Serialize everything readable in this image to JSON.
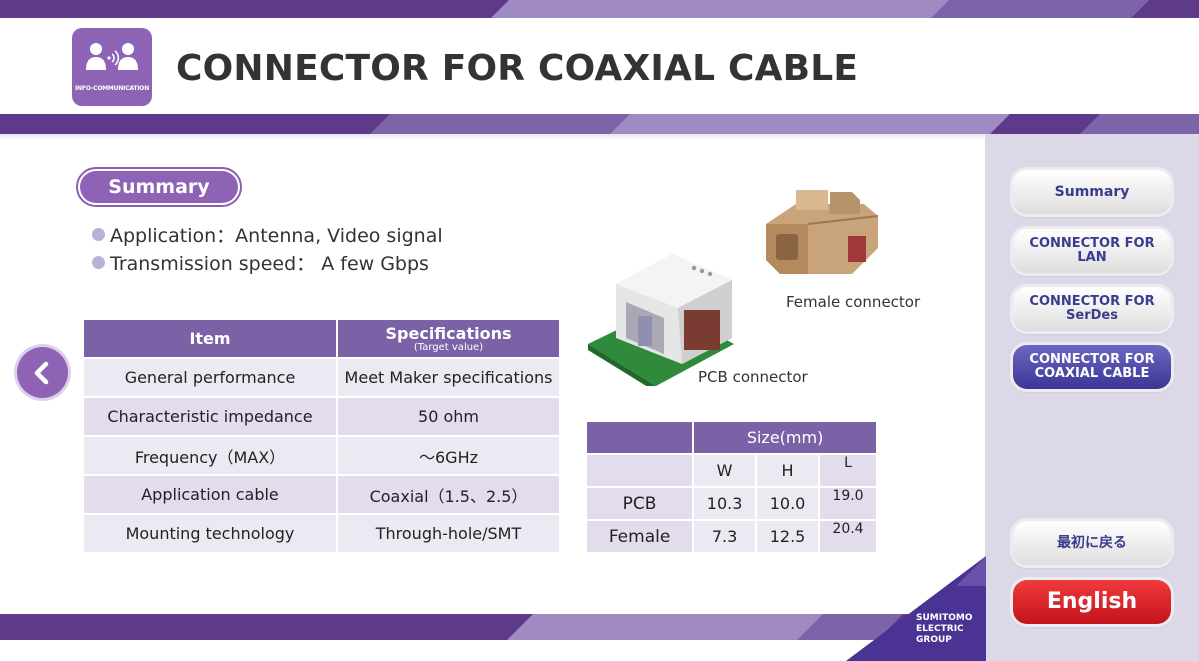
{
  "header": {
    "title": "CONNECTOR FOR COAXIAL CABLE",
    "category_label": "INFO-COMMUNICATION"
  },
  "summary": {
    "heading": "Summary",
    "bullets": [
      "Application：Antenna, Video signal",
      "Transmission speed： A few Gbps"
    ]
  },
  "spec_table": {
    "headers": {
      "item": "Item",
      "spec": "Specifications",
      "spec_sub": "(Target value)"
    },
    "rows": [
      {
        "item": "General performance",
        "spec": "Meet Maker specifications"
      },
      {
        "item": "Characteristic impedance",
        "spec": "50 ohm"
      },
      {
        "item": "Frequency（MAX）",
        "spec": "～6GHz"
      },
      {
        "item": "Application cable",
        "spec": "Coaxial（1.5、2.5）"
      },
      {
        "item": "Mounting technology",
        "spec": "Through-hole/SMT"
      }
    ]
  },
  "size_table": {
    "header": "Size(mm)",
    "cols": {
      "w": "W",
      "h": "H",
      "l": "L"
    },
    "rows": [
      {
        "name": "PCB",
        "w": "10.3",
        "h": "10.0",
        "l": "19.0"
      },
      {
        "name": "Female",
        "w": "7.3",
        "h": "12.5",
        "l": "20.4"
      }
    ]
  },
  "images": {
    "female_caption": "Female connector",
    "pcb_caption": "PCB connector"
  },
  "nav": {
    "summary": "Summary",
    "lan": "CONNECTOR FOR LAN",
    "serdes": "CONNECTOR FOR SerDes",
    "coaxial": "CONNECTOR FOR COAXIAL CABLE",
    "home": "最初に戻る",
    "english": "English",
    "active": "coaxial"
  },
  "footer": {
    "brand": [
      "SUMITOMO",
      "ELECTRIC",
      "GROUP"
    ]
  },
  "colors": {
    "purple_dark": "#5d3a8a",
    "purple_accent": "#8e63b6",
    "table_header": "#7b62a6",
    "nav_text": "#3a3c8e",
    "nav_active": "#4a46a8",
    "english_red": "#d8242a"
  }
}
